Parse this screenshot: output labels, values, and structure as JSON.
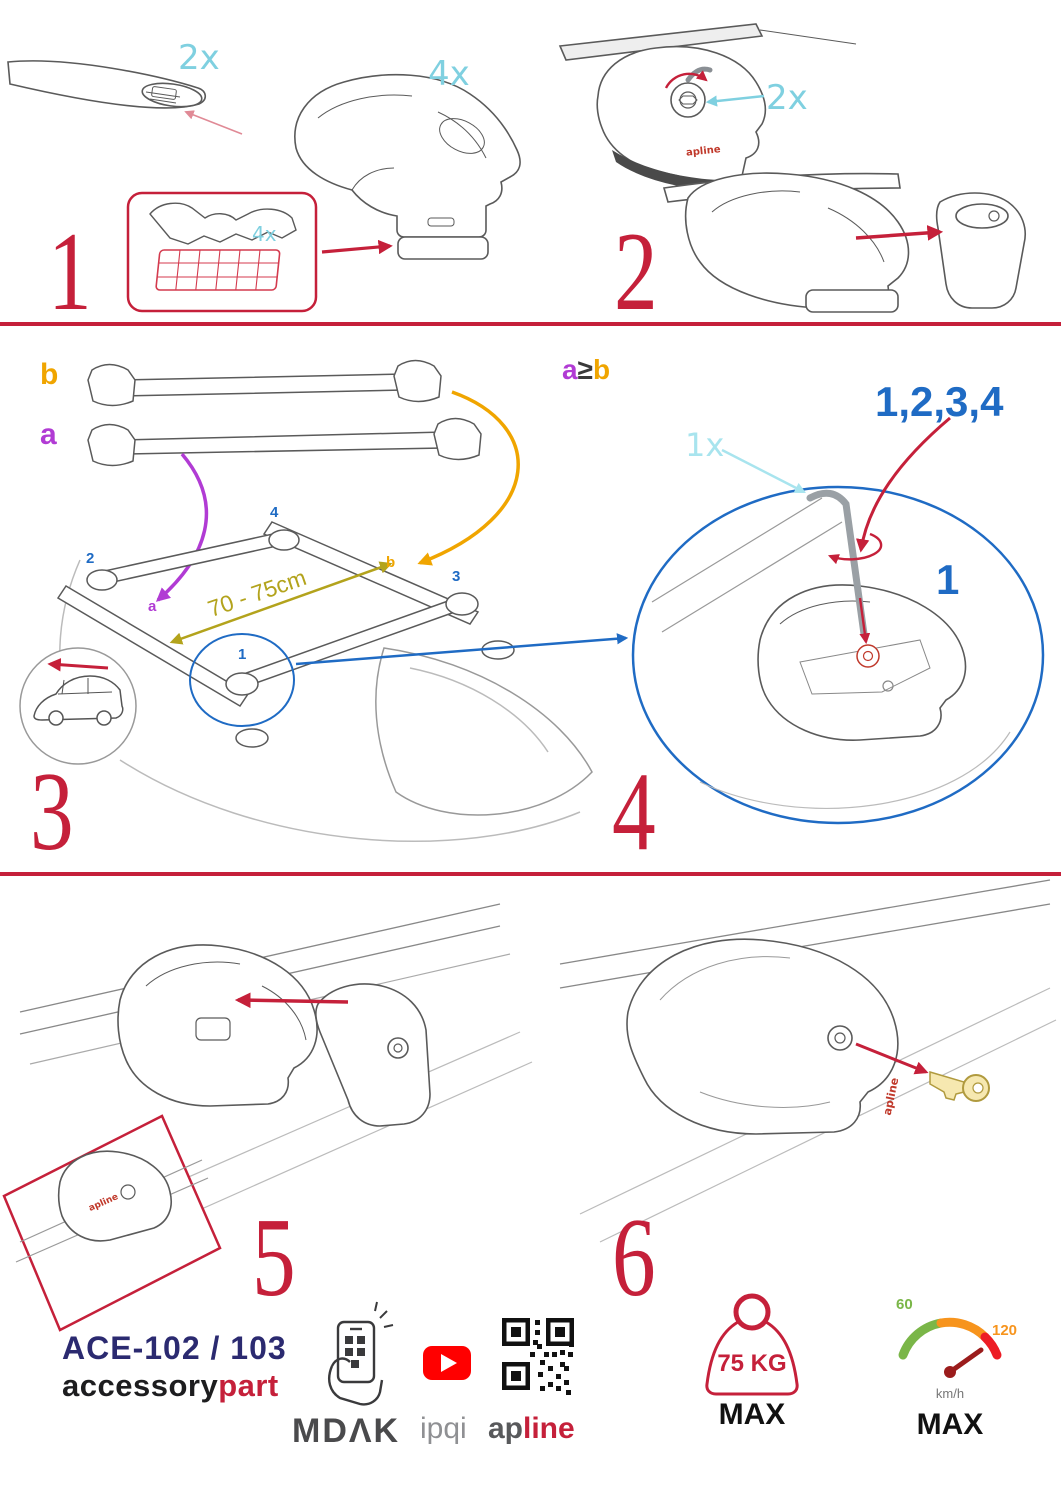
{
  "colors": {
    "red": "#c5203a",
    "cyan": "#7fd0e0",
    "blue": "#1f6bc4",
    "orange": "#f0a500",
    "purple": "#b13bd4",
    "olive": "#b3a31c",
    "navy": "#2b2a70"
  },
  "steps": {
    "s1": {
      "number": "1",
      "bar_qty": "2x",
      "foot_qty": "4x",
      "pad_qty": "4x"
    },
    "s2": {
      "number": "2",
      "tool_qty": "2x"
    },
    "s3": {
      "number": "3",
      "bar_b": "b",
      "bar_a": "a",
      "distance": "70 - 75cm",
      "roof": {
        "p1": "1",
        "p2": "2",
        "p3": "3",
        "p4": "4",
        "pa": "a",
        "pb": "b"
      }
    },
    "s4": {
      "number": "4",
      "cond_a": "a",
      "cond_op": "≥",
      "cond_b": "b",
      "sequence": "1,2,3,4",
      "tool_qty": "1x",
      "first": "1"
    },
    "s5": {
      "number": "5"
    },
    "s6": {
      "number": "6"
    }
  },
  "sticker": {
    "text": "apline"
  },
  "footer": {
    "model": "ACE-102 / 103",
    "brand_a": "accessory",
    "brand_b": "part",
    "mdak": "MDΛK",
    "ipqi": "ipqi",
    "apline_a": "ap",
    "apline_b": "line",
    "weight": "75 KG",
    "weight_max": "MAX",
    "speed_low": "60",
    "speed_high": "120",
    "speed_unit": "km/h",
    "speed_max": "MAX"
  }
}
